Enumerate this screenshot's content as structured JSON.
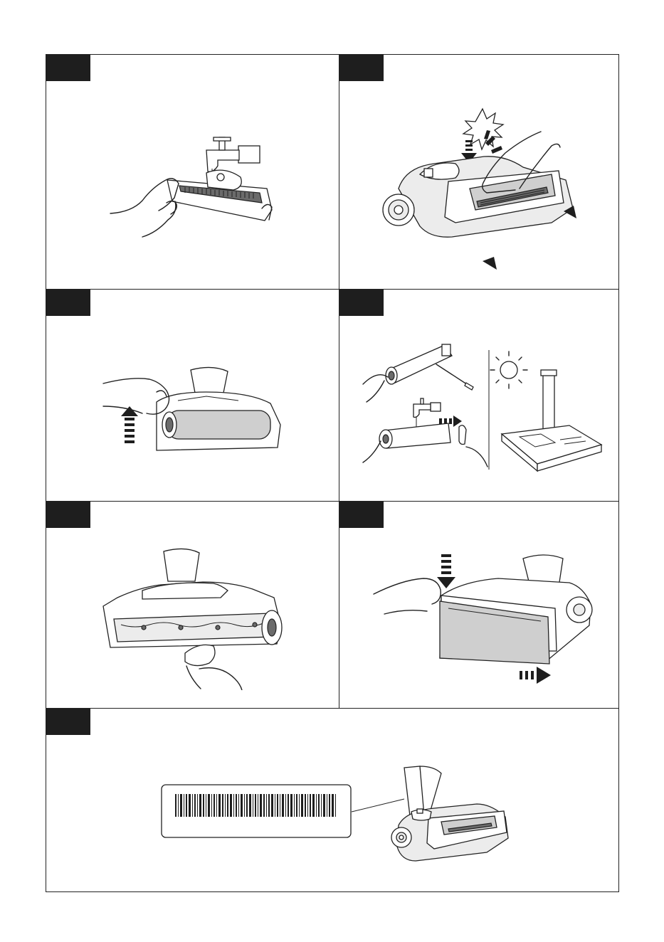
{
  "page": {
    "panels": [
      {
        "id": "panel-1",
        "subject": "brush-head-rinse"
      },
      {
        "id": "panel-2",
        "subject": "click-cover-on"
      },
      {
        "id": "panel-3",
        "subject": "lift-out-roller"
      },
      {
        "id": "panel-4",
        "subject": "clean-and-dry-roller"
      },
      {
        "id": "panel-5",
        "subject": "wipe-roller-housing"
      },
      {
        "id": "panel-6",
        "subject": "insert-roller"
      },
      {
        "id": "panel-7",
        "subject": "serial-label-location"
      }
    ],
    "icons": {
      "faucet": "faucet-icon",
      "sun": "sun-icon",
      "arrow": "dashed-arrow-icon",
      "click": "click-burst-icon",
      "barcode": "barcode-icon"
    },
    "colors": {
      "line": "#222222",
      "tab": "#1e1e1e",
      "roller_fill": "#cfcfcf",
      "background": "#ffffff"
    }
  }
}
